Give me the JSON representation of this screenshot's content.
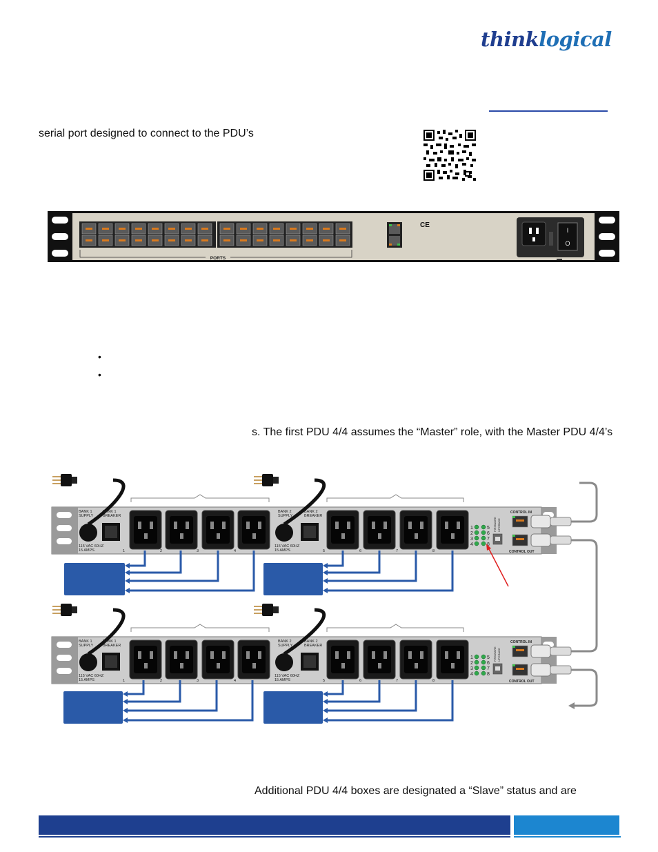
{
  "header": {
    "logo_part1": "think",
    "logo_part2": "logical"
  },
  "body": {
    "line1": "serial port designed to connect to the PDU’s",
    "line2": "s. The first PDU 4/4 assumes the “Master” role, with the Master PDU 4/4’s",
    "line3": "Additional  PDU  4/4  boxes  are  designated  a  “Slave”  status  and  are",
    "bullets": [
      "•",
      "•"
    ]
  },
  "rack_panel": {
    "ports_label": "PORTS",
    "ce_mark": "CE",
    "switch_on": "I",
    "switch_off": "O"
  },
  "pdu": {
    "bank1_supply": [
      "BANK 1",
      "SUPPLY"
    ],
    "bank1_breaker": [
      "BANK 1",
      "BREAKER"
    ],
    "bank2_supply": [
      "BANK 2",
      "SUPPLY"
    ],
    "bank2_breaker": [
      "BANK 2",
      "BREAKER"
    ],
    "rating": [
      "115 VAC 60HZ",
      "15 AMPS"
    ],
    "outlet_numbers": [
      "1",
      "2",
      "3",
      "4",
      "5",
      "6",
      "7",
      "8"
    ],
    "led_left": [
      "1",
      "2",
      "3",
      "4"
    ],
    "led_right": [
      "5",
      "6",
      "7",
      "8"
    ],
    "firmware": [
      "FIRMWARE",
      "UPGRADE"
    ],
    "control_in": "CONTROL IN",
    "control_out": "CONTROL OUT"
  },
  "colors": {
    "brand_dark": "#1e3f8f",
    "brand_light": "#1c86d0",
    "cable_blue": "#2a5aa8",
    "device_box": "#2a5aa8",
    "indicator_arrow": "#e02020"
  }
}
